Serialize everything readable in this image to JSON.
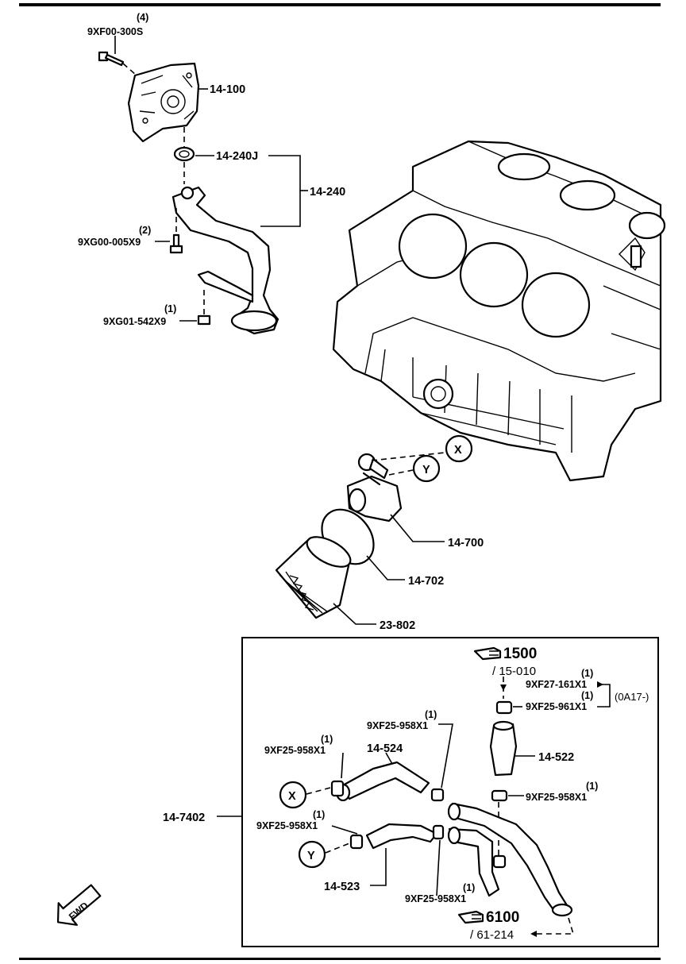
{
  "labels": {
    "bolt_top_qty": "(4)",
    "bolt_top_pn": "9XF00-300S",
    "cover_pn": "14-100",
    "gasket_pn": "14-240J",
    "strainer_pn": "14-240",
    "bolt_mid_qty": "(2)",
    "bolt_mid_pn": "9XG00-005X9",
    "nut_qty": "(1)",
    "nut_pn": "9XG01-542X9",
    "cooler_pn": "14-700",
    "cooler_oring_pn": "14-702",
    "filter_pn": "23-802",
    "box_pn": "14-7402"
  },
  "callouts": {
    "x_marker": "X",
    "y_marker": "Y"
  },
  "inset": {
    "ref_top_page": "1500",
    "ref_top_sub": "/ 15-010",
    "clamp_a_qty": "(1)",
    "clamp_a_pn": "9XF27-161X1",
    "clamp_b_qty": "(1)",
    "clamp_b_pn": "9XF25-961X1",
    "model_note": "(0A17-)",
    "clamp_c_qty": "(1)",
    "clamp_c_pn": "9XF25-958X1",
    "clamp_d_qty": "(1)",
    "clamp_d_pn": "9XF25-958X1",
    "hose_524": "14-524",
    "hose_522": "14-522",
    "clamp_e_qty": "(1)",
    "clamp_e_pn": "9XF25-958X1",
    "clamp_f_qty": "(1)",
    "clamp_f_pn": "9XF25-958X1",
    "hose_523": "14-523",
    "clamp_g_qty": "(1)",
    "clamp_g_pn": "9XF25-958X1",
    "ref_bottom_page": "6100",
    "ref_bottom_sub": "/ 61-214"
  },
  "fwd": "FWD"
}
